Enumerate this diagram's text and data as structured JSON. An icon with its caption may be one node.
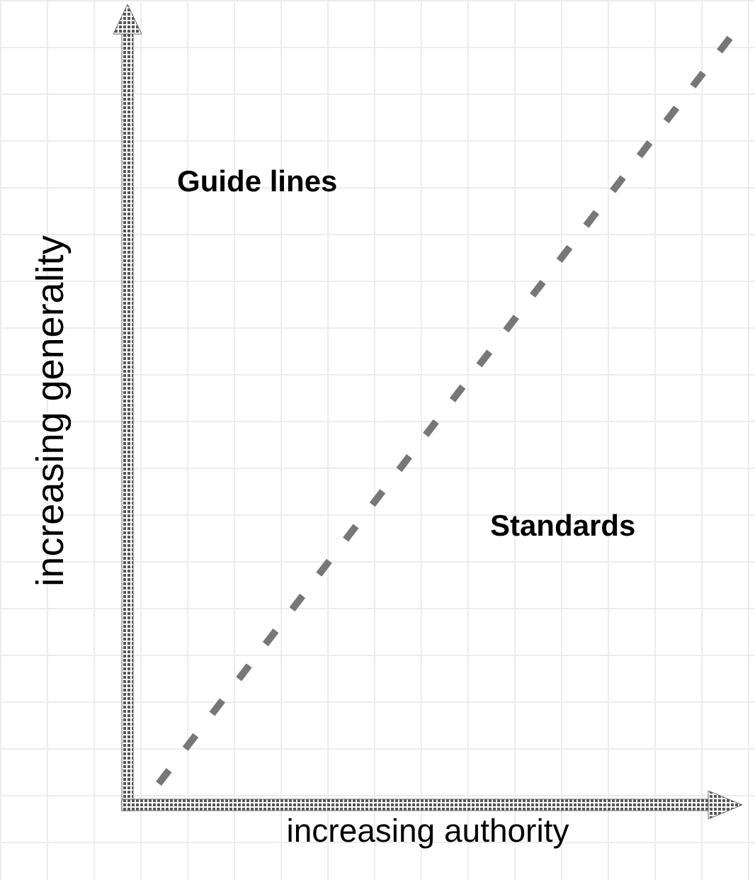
{
  "diagram": {
    "labels": [
      "Guide lines",
      "Standards",
      "increasing generality",
      "increasing authority"
    ]
  }
}
